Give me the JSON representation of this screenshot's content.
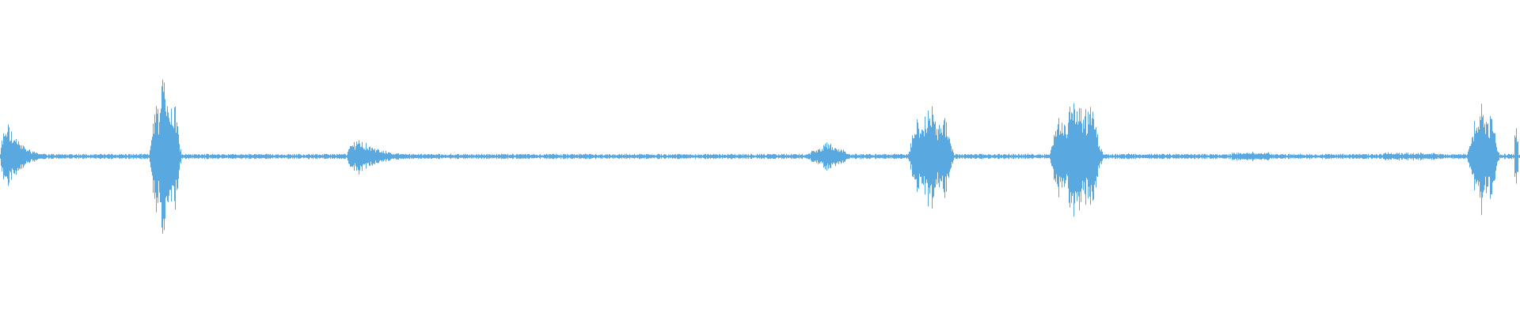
{
  "waveform": {
    "color": "#5aa8e0",
    "background": "#ffffff",
    "baseline_amplitude": 0.03,
    "segments": [
      {
        "start": 0.0,
        "end": 0.03,
        "peak": 0.66,
        "shape": "decay"
      },
      {
        "start": 0.098,
        "end": 0.128,
        "peak": 1.0,
        "shape": "burst"
      },
      {
        "start": 0.228,
        "end": 0.275,
        "peak": 0.35,
        "shape": "decay"
      },
      {
        "start": 0.528,
        "end": 0.562,
        "peak": 0.17,
        "shape": "spindle"
      },
      {
        "start": 0.597,
        "end": 0.64,
        "peak": 0.7,
        "shape": "burst"
      },
      {
        "start": 0.69,
        "end": 0.74,
        "peak": 0.82,
        "shape": "burst"
      },
      {
        "start": 0.74,
        "end": 0.752,
        "peak": 0.08,
        "shape": "decay"
      },
      {
        "start": 0.81,
        "end": 0.835,
        "peak": 0.06,
        "shape": "noise"
      },
      {
        "start": 0.91,
        "end": 0.945,
        "peak": 0.05,
        "shape": "noise"
      },
      {
        "start": 0.965,
        "end": 0.995,
        "peak": 0.68,
        "shape": "burst"
      },
      {
        "start": 0.996,
        "end": 1.0,
        "peak": 0.55,
        "shape": "burst"
      }
    ]
  }
}
